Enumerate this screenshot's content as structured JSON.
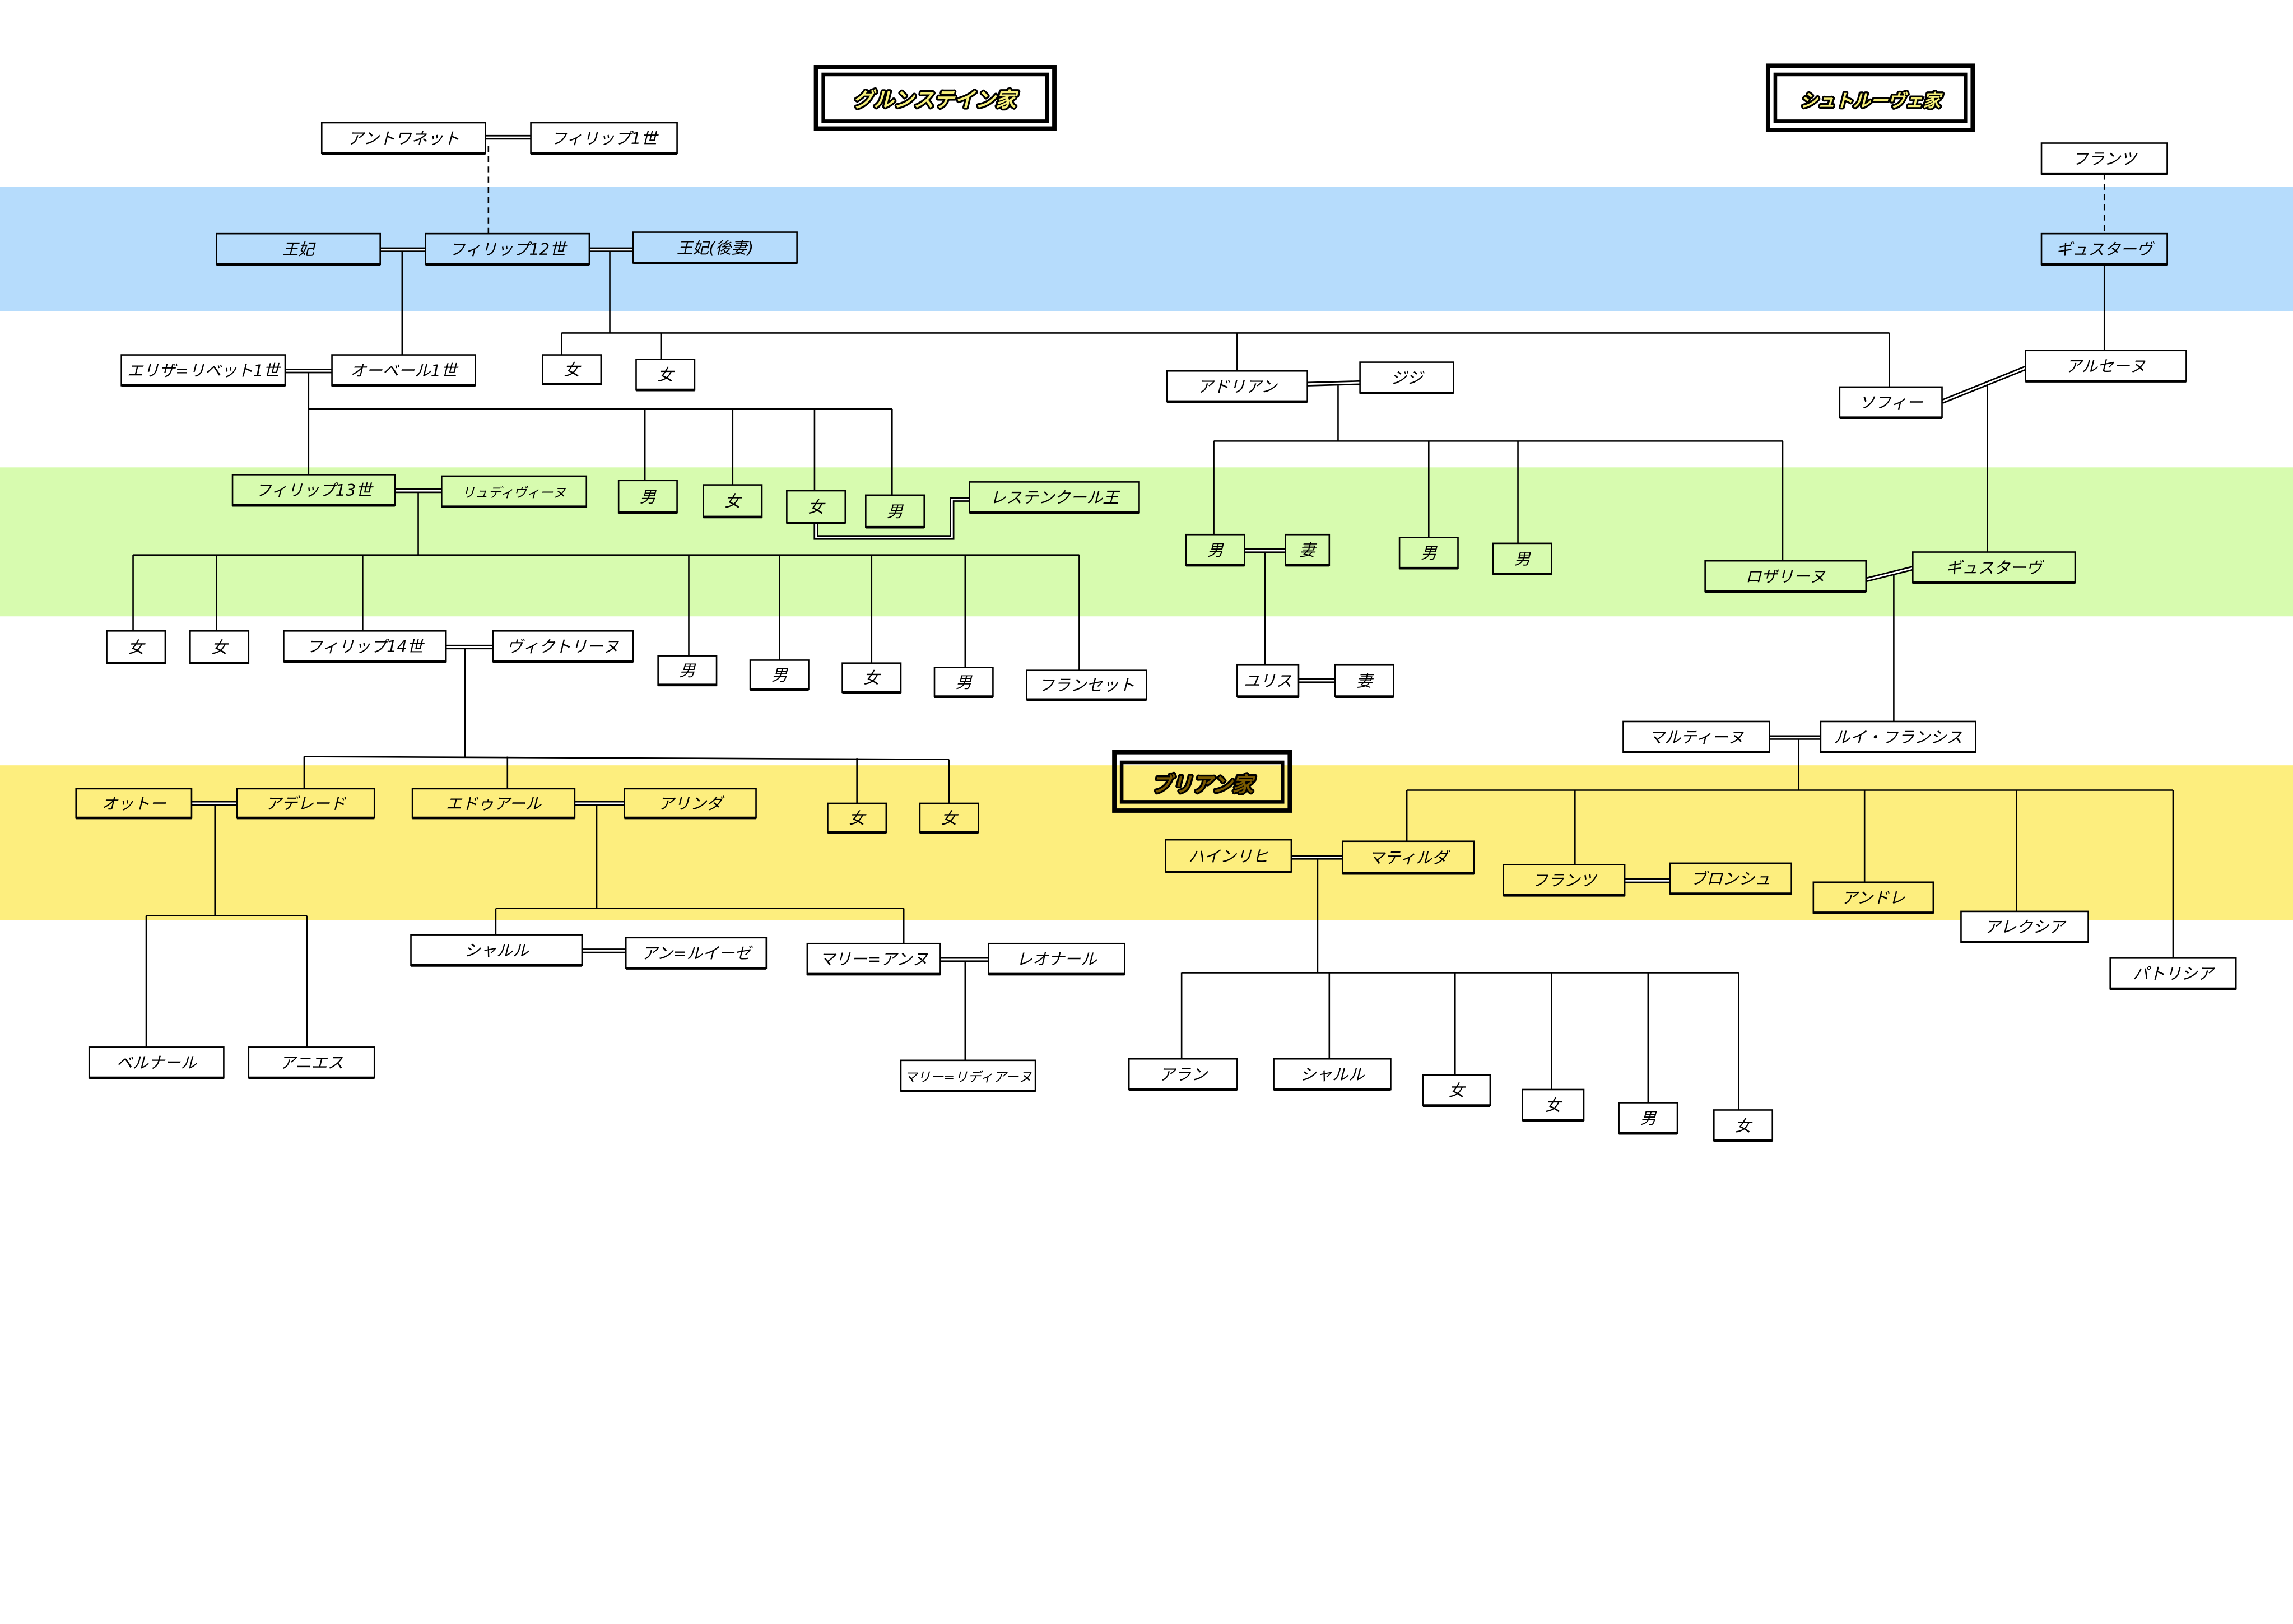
{
  "diagram_title": "Family tree",
  "houses": [
    {
      "id": "grunstein",
      "label": "グルンステイン家",
      "text_color": "#f5ef7a"
    },
    {
      "id": "struve",
      "label": "シュトルーヴェ家",
      "text_color": "#f5ef7a"
    },
    {
      "id": "brian",
      "label": "ブリアン家",
      "text_color": "#7a5a00"
    }
  ],
  "bands": [
    {
      "id": "generation-1",
      "color": "#b6dcfc"
    },
    {
      "id": "generation-2",
      "color": "#d7fbaf"
    },
    {
      "id": "generation-3",
      "color": "#fdee7e"
    }
  ],
  "people": {
    "antoinette": "アントワネット",
    "philippe1": "フィリップ1世",
    "queen1": "王妃",
    "philippe12": "フィリップ12世",
    "queen2": "王妃(後妻)",
    "elisabeth1": "エリザ=リベット1世",
    "aubert1": "オーベール1世",
    "f12_d1": "女",
    "f12_d2": "女",
    "adrian": "アドリアン",
    "gigi": "ジジ",
    "sophie": "ソフィー",
    "franz_s": "フランツ",
    "gustave1": "ギュスターヴ",
    "arsene": "アルセーヌ",
    "philippe13": "フィリップ13世",
    "ludivine": "リュディヴィーヌ",
    "a_s1": "男",
    "a_d1": "女",
    "a_d2": "女",
    "a_s2": "男",
    "lestencourt": "レステンクール王",
    "ad_s1": "男",
    "ad_s1_wife": "妻",
    "ad_s2": "男",
    "ad_s3": "男",
    "rosaline": "ロザリーヌ",
    "gustave2": "ギュスターヴ",
    "p13_d1": "女",
    "p13_d2": "女",
    "philippe14": "フィリップ14世",
    "victorine": "ヴィクトリーヌ",
    "p13_s1": "男",
    "p13_s2": "男",
    "p13_d3": "女",
    "p13_s3": "男",
    "francette": "フランセット",
    "ulysse": "ユリス",
    "ulysse_wife": "妻",
    "martine": "マルティーヌ",
    "louis_francis": "ルイ・フランシス",
    "otto": "オットー",
    "adelaide": "アデレード",
    "edouard": "エドゥアール",
    "arinda": "アリンダ",
    "p14_d1": "女",
    "p14_d2": "女",
    "heinrich": "ハインリヒ",
    "mathilda": "マティルダ",
    "franz_b": "フランツ",
    "blanche": "ブロンシュ",
    "andre": "アンドレ",
    "alexia": "アレクシア",
    "patricia": "パトリシア",
    "charles1": "シャルル",
    "anne_louise": "アン=ルイーゼ",
    "marie_anne": "マリー=アンヌ",
    "leonard": "レオナール",
    "bernard": "ベルナール",
    "agnes": "アニエス",
    "marie_lidiane": "マリー=リディアーヌ",
    "alain": "アラン",
    "charles2": "シャルル",
    "h_d1": "女",
    "h_d2": "女",
    "h_s1": "男",
    "h_d3": "女"
  },
  "colors": {
    "line": "#000000",
    "box_border": "#000000"
  }
}
